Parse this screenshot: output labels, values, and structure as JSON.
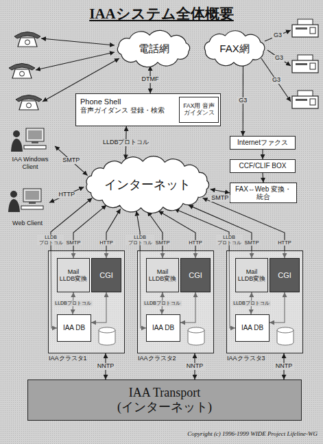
{
  "diagram": {
    "title": "IAAシステム全体概要",
    "nodes": [
      {
        "text": [
          "電話網"
        ]
      },
      {
        "text": [
          "FAX網"
        ]
      },
      {
        "text": [
          "Phone Shell",
          "音声ガイダンス 登録・検索"
        ]
      },
      {
        "text": [
          "FAX用 音声 ガイダンス"
        ],
        "in": 2
      },
      {
        "text": [
          "IAA Windows Client"
        ]
      },
      {
        "text": [
          "Web Client"
        ]
      },
      {
        "text": [
          "インターネット"
        ]
      },
      {
        "text": [
          "Internetファクス"
        ]
      },
      {
        "text": [
          "CCF/CLIF BOX"
        ]
      },
      {
        "text": [
          "FAX⇔Web 変換・統合"
        ]
      },
      {
        "text": [
          "IAAクラスタ1"
        ]
      },
      {
        "text": [
          "Mail LLDB変換"
        ],
        "in": 10
      },
      {
        "text": [
          "CGI"
        ],
        "in": 10
      },
      {
        "text": [
          "IAA DB"
        ],
        "in": 10
      },
      {
        "text": [
          "IAAクラスタ2"
        ]
      },
      {
        "text": [
          "Mail LLDB変換"
        ],
        "in": 14
      },
      {
        "text": [
          "CGI"
        ],
        "in": 14
      },
      {
        "text": [
          "IAA DB"
        ],
        "in": 14
      },
      {
        "text": [
          "IAAクラスタ3"
        ]
      },
      {
        "text": [
          "Mail LLDB変換"
        ],
        "in": 18
      },
      {
        "text": [
          "CGI"
        ],
        "in": 18
      },
      {
        "text": [
          "IAA DB"
        ],
        "in": 18
      },
      {
        "text": [
          "IAA Transport (インターネット)"
        ]
      }
    ],
    "edges": [
      {
        "from": 0,
        "to": 2,
        "label": "DTMF",
        "arrow": "both"
      },
      {
        "from": 2,
        "to": 6,
        "label": "LLDBプロトコル",
        "arrow": "both"
      },
      {
        "from": 4,
        "to": 6,
        "label": "SMTP",
        "arrow": "both"
      },
      {
        "from": 5,
        "to": 6,
        "label": "HTTP",
        "arrow": "both"
      },
      {
        "from": 1,
        "to": 7,
        "label": "G3",
        "arrow": "to"
      },
      {
        "from": 7,
        "to": 8,
        "arrow": "to"
      },
      {
        "from": 8,
        "to": 9,
        "arrow": "to"
      },
      {
        "from": 9,
        "to": 6,
        "label": "SMTP",
        "arrow": "both"
      },
      {
        "from": 6,
        "to": 13,
        "label": "LLDB プロトコル",
        "arrow": "both"
      },
      {
        "from": 6,
        "to": 11,
        "label": "SMTP",
        "arrow": "both"
      },
      {
        "from": 6,
        "to": 12,
        "label": "HTTP",
        "arrow": "both"
      },
      {
        "from": 11,
        "to": 13,
        "label": "LLDBプロトコル",
        "arrow": "both"
      },
      {
        "from": 12,
        "to": 13,
        "arrow": "both"
      },
      {
        "from": 10,
        "to": 22,
        "label": "NNTP",
        "arrow": "both"
      },
      {
        "from": 6,
        "to": 17,
        "label": "LLDB プロトコル",
        "arrow": "both"
      },
      {
        "from": 6,
        "to": 15,
        "label": "SMTP",
        "arrow": "both"
      },
      {
        "from": 6,
        "to": 16,
        "label": "HTTP",
        "arrow": "both"
      },
      {
        "from": 15,
        "to": 17,
        "label": "LLDBプロトコル",
        "arrow": "both"
      },
      {
        "from": 16,
        "to": 17,
        "arrow": "both"
      },
      {
        "from": 14,
        "to": 22,
        "label": "NNTP",
        "arrow": "both"
      },
      {
        "from": 6,
        "to": 21,
        "label": "LLDB プロトコル",
        "arrow": "both"
      },
      {
        "from": 6,
        "to": 19,
        "label": "SMTP",
        "arrow": "both"
      },
      {
        "from": 6,
        "to": 20,
        "label": "HTTP",
        "arrow": "both"
      },
      {
        "from": 19,
        "to": 21,
        "label": "LLDBプロトコル",
        "arrow": "both"
      },
      {
        "from": 20,
        "to": 21,
        "arrow": "both"
      },
      {
        "from": 18,
        "to": 22,
        "label": "NNTP",
        "arrow": "both"
      }
    ],
    "labels": [
      "G3",
      "G3",
      "G3",
      "Copyright (c) 1996-1999 WIDE Project Lifeline-WG"
    ]
  }
}
